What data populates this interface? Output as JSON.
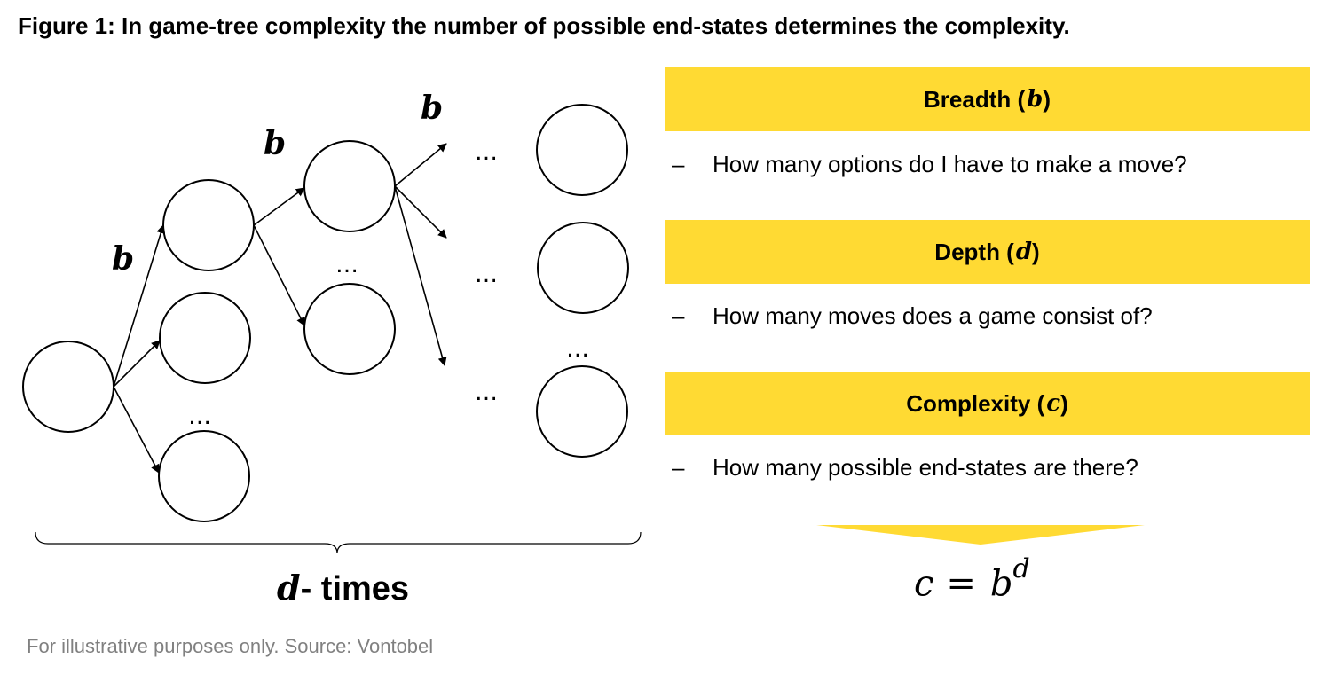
{
  "figure": {
    "title": "Figure 1: In game-tree complexity the number of possible end-states determines the complexity."
  },
  "tree": {
    "branch_label": "b",
    "ellipsis": "…",
    "brace_label_var": "d",
    "brace_label_text": "- times"
  },
  "legend": {
    "breadth": {
      "label": "Breadth (",
      "var": "b",
      "close": ")",
      "question": "How many options do I have to make a move?"
    },
    "depth": {
      "label": "Depth (",
      "var": "d",
      "close": ")",
      "question": "How many moves does a game consist of?"
    },
    "complexity": {
      "label": "Complexity (",
      "var": "c",
      "close": ")",
      "question": "How many possible end-states are there?"
    },
    "dash": "–"
  },
  "formula": {
    "lhs": "c",
    "eq": "=",
    "base": "b",
    "exp": "d"
  },
  "footer": {
    "source": "For illustrative purposes only. Source: Vontobel"
  },
  "colors": {
    "accent": "#FFDA33",
    "text": "#000000",
    "muted": "#808080"
  }
}
